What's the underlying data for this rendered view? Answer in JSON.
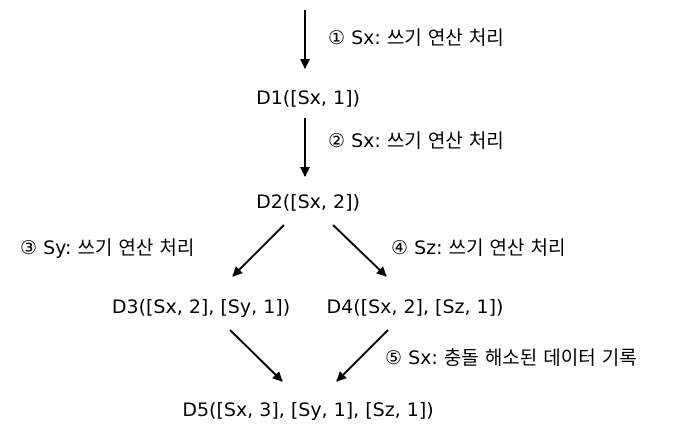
{
  "nodes": {
    "d1": "D1([Sx, 1])",
    "d2": "D2([Sx, 2])",
    "d3": "D3([Sx, 2], [Sy, 1])",
    "d4": "D4([Sx, 2], [Sz, 1])",
    "d5": "D5([Sx, 3], [Sy, 1], [Sz, 1])"
  },
  "edges": {
    "e1": "① Sx: 쓰기 연산 처리",
    "e2": "② Sx: 쓰기 연산 처리",
    "e3": "③ Sy: 쓰기 연산 처리",
    "e4": "④ Sz: 쓰기 연산 처리",
    "e5": "⑤ Sx: 충돌 해소된 데이터 기록"
  },
  "colors": {
    "stroke": "#000000",
    "background": "#ffffff"
  }
}
